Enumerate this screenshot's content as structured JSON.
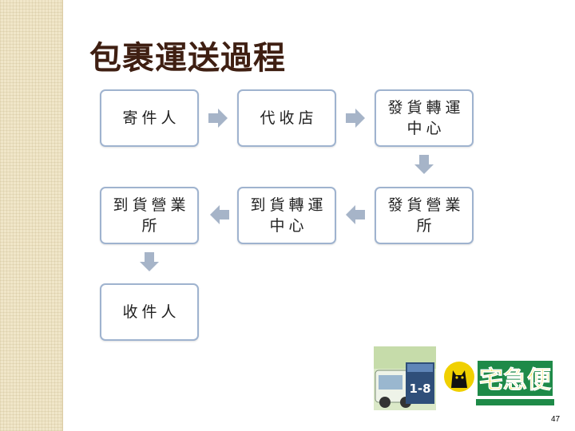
{
  "title": "包裹運送過程",
  "nodes": [
    {
      "id": "n1",
      "label": "寄件人"
    },
    {
      "id": "n2",
      "label": "代收店"
    },
    {
      "id": "n3",
      "label": "發貨轉運中心"
    },
    {
      "id": "n4",
      "label": "發貨營業所"
    },
    {
      "id": "n5",
      "label": "到貨轉運中心"
    },
    {
      "id": "n6",
      "label": "到貨營業所"
    },
    {
      "id": "n7",
      "label": "收件人"
    }
  ],
  "edges": [
    {
      "from": "n1",
      "to": "n2"
    },
    {
      "from": "n2",
      "to": "n3"
    },
    {
      "from": "n3",
      "to": "n4"
    },
    {
      "from": "n4",
      "to": "n5"
    },
    {
      "from": "n5",
      "to": "n6"
    },
    {
      "from": "n6",
      "to": "n7"
    }
  ],
  "logo": {
    "sign_number": "1-8",
    "brand_text": "宅急便"
  },
  "page_number": "47",
  "colors": {
    "title": "#3f1f12",
    "node_border": "#9fb3cf",
    "arrow": "#a6b4c8",
    "brand_green": "#1e8a48",
    "brand_yellow": "#f0d000"
  }
}
